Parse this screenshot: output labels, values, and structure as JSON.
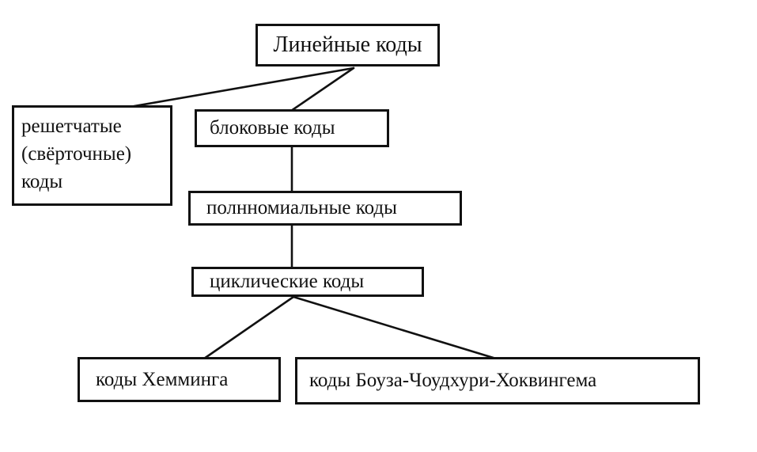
{
  "diagram": {
    "nodes": {
      "root": "Линейные коды",
      "trellis": "решетчатые\n(свёрточные)\nкоды",
      "block": "блоковые коды",
      "polynomial": "полнномиальные коды",
      "cyclic": "циклические коды",
      "hamming": "коды Хемминга",
      "bch": "коды Боуза-Чоудхури-Хоквингема"
    },
    "edges": [
      {
        "from": "root",
        "to": "trellis"
      },
      {
        "from": "root",
        "to": "block"
      },
      {
        "from": "block",
        "to": "polynomial"
      },
      {
        "from": "polynomial",
        "to": "cyclic"
      },
      {
        "from": "cyclic",
        "to": "hamming"
      },
      {
        "from": "cyclic",
        "to": "bch"
      }
    ],
    "colors": {
      "line": "#111111",
      "background": "#ffffff"
    }
  }
}
